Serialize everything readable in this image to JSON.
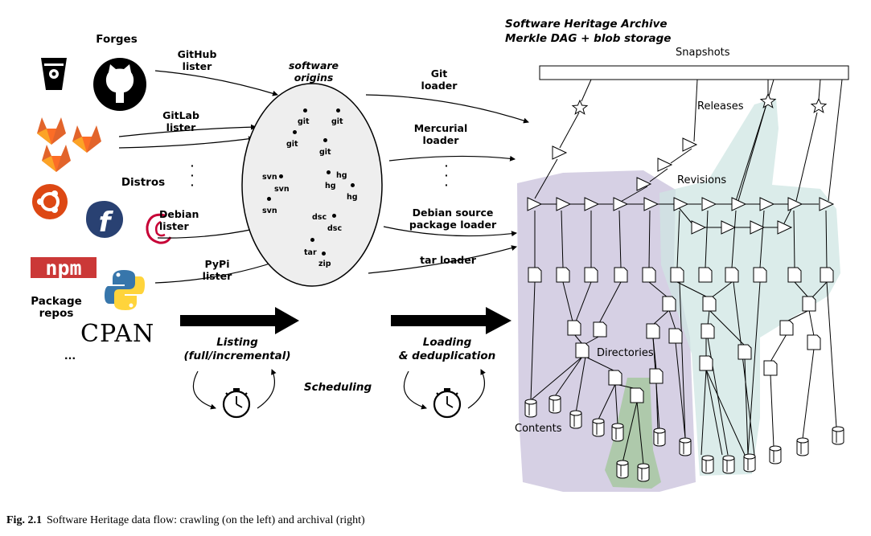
{
  "archive": {
    "title_line1": "Software Heritage Archive",
    "title_line2": "Merkle DAG + blob storage"
  },
  "sources": {
    "forges": "Forges",
    "distros": "Distros",
    "package_repos": "Package\nrepos",
    "more": "...",
    "cpan_logo": "CPAN",
    "npm_logo": "npm"
  },
  "listers": {
    "github": "GitHub\nlister",
    "gitlab": "GitLab\nlister",
    "debian": "Debian\nlister",
    "pypi": "PyPi\nlister"
  },
  "origins": {
    "title": "software\norigins",
    "items": [
      "git",
      "git",
      "git",
      "git",
      "svn",
      "svn",
      "svn",
      "hg",
      "hg",
      "hg",
      "dsc",
      "dsc",
      "tar",
      "zip"
    ]
  },
  "loaders": {
    "git": "Git\nloader",
    "mercurial": "Mercurial\nloader",
    "debian": "Debian source\npackage loader",
    "tar": "tar loader"
  },
  "phases": {
    "listing": "Listing\n(full/incremental)",
    "loading": "Loading\n& deduplication",
    "scheduling": "Scheduling"
  },
  "dag_labels": {
    "snapshots": "Snapshots",
    "releases": "Releases",
    "revisions": "Revisions",
    "directories": "Directories",
    "contents": "Contents"
  },
  "caption": {
    "number": "Fig. 2.1",
    "text": "Software Heritage data flow: crawling (on the left) and archival (right)"
  },
  "colors": {
    "purple_region": "#cfc8df",
    "teal_region": "#cfe6e3",
    "green_region": "#aac8a4",
    "red_region": "#e0b3b3",
    "gitlab_orange": "#e2642b",
    "ubuntu_orange": "#dd4814",
    "fedora_blue": "#294172",
    "npm_red": "#cb3837",
    "python_blue": "#3776ab",
    "python_yellow": "#ffd43b",
    "debian_red": "#c70036"
  },
  "icons": [
    "bitbucket-icon",
    "github-icon",
    "gitlab-icon",
    "ubuntu-icon",
    "fedora-icon",
    "debian-icon",
    "npm-icon",
    "python-icon",
    "cpan-icon",
    "stopwatch-icon",
    "release-star-icon",
    "revision-triangle-icon",
    "directory-icon",
    "content-blob-icon"
  ]
}
